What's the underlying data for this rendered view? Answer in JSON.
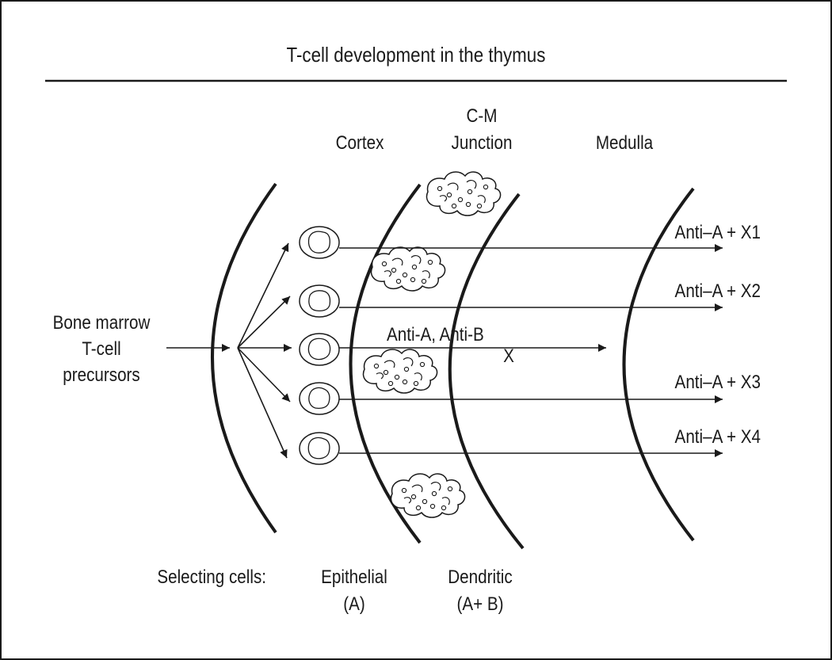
{
  "title": "T-cell development in the thymus",
  "zones": {
    "cortex": "Cortex",
    "cm_junction_line1": "C-M",
    "cm_junction_line2": "Junction",
    "medulla": "Medulla"
  },
  "source": {
    "line1": "Bone marrow",
    "line2": "T-cell",
    "line3": "precursors"
  },
  "outcomes": {
    "x1": "Anti–A + X1",
    "x2": "Anti–A + X2",
    "deleted": "Anti-A, Anti-B",
    "deleted_mark": "X",
    "x3": "Anti–A + X3",
    "x4": "Anti–A + X4"
  },
  "selecting_cells": {
    "label": "Selecting cells:",
    "epithelial": "Epithelial",
    "epithelial_antigen": "(A)",
    "dendritic": "Dendritic",
    "dendritic_antigen": "(A+ B)"
  }
}
